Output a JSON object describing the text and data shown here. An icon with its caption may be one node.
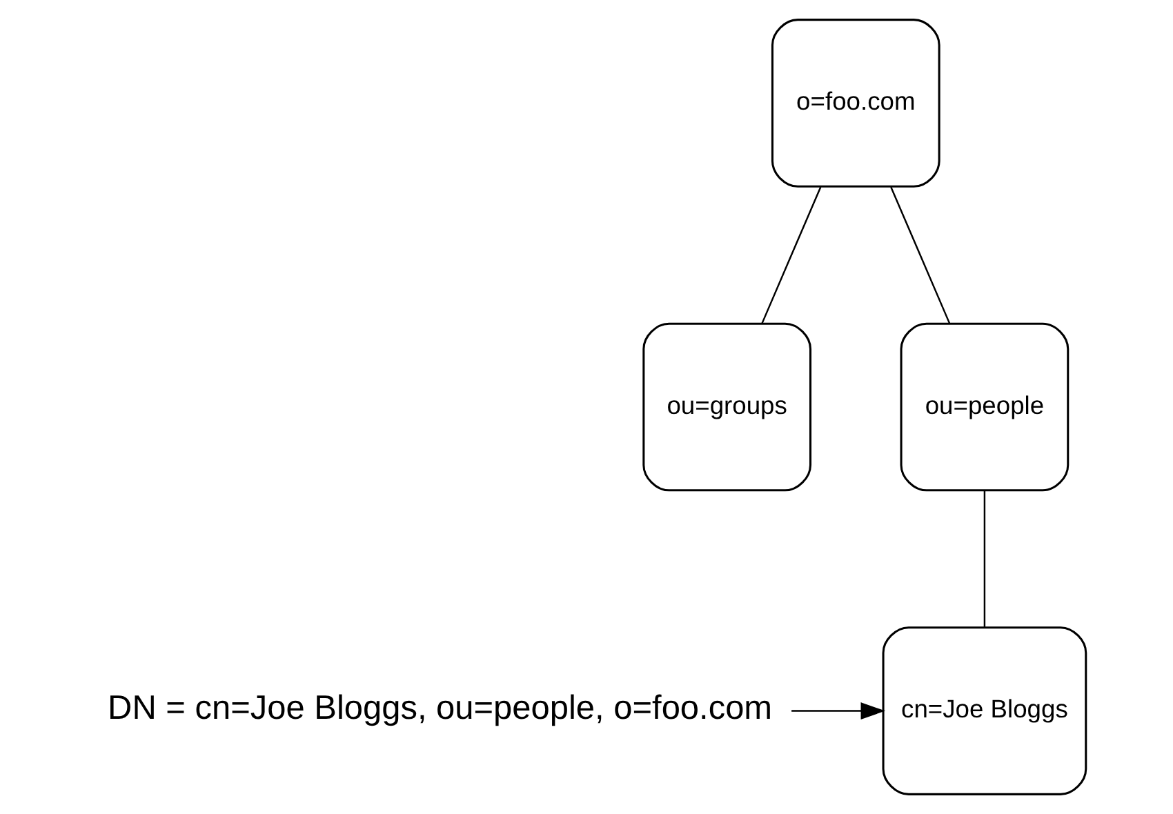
{
  "diagram": {
    "nodes": [
      {
        "text": [
          "o=foo.com"
        ]
      },
      {
        "text": [
          "ou=groups"
        ]
      },
      {
        "text": [
          "ou=people"
        ]
      },
      {
        "text": [
          "cn=Joe Bloggs"
        ]
      },
      {
        "text": [
          "DN = cn=Joe Bloggs, ou=people, o=foo.com"
        ]
      }
    ],
    "edges": [
      {
        "from": 0,
        "to": 1,
        "arrow": "none"
      },
      {
        "from": 0,
        "to": 2,
        "arrow": "none"
      },
      {
        "from": 2,
        "to": 3,
        "arrow": "none"
      },
      {
        "from": 4,
        "to": 3,
        "arrow": "to"
      }
    ]
  }
}
